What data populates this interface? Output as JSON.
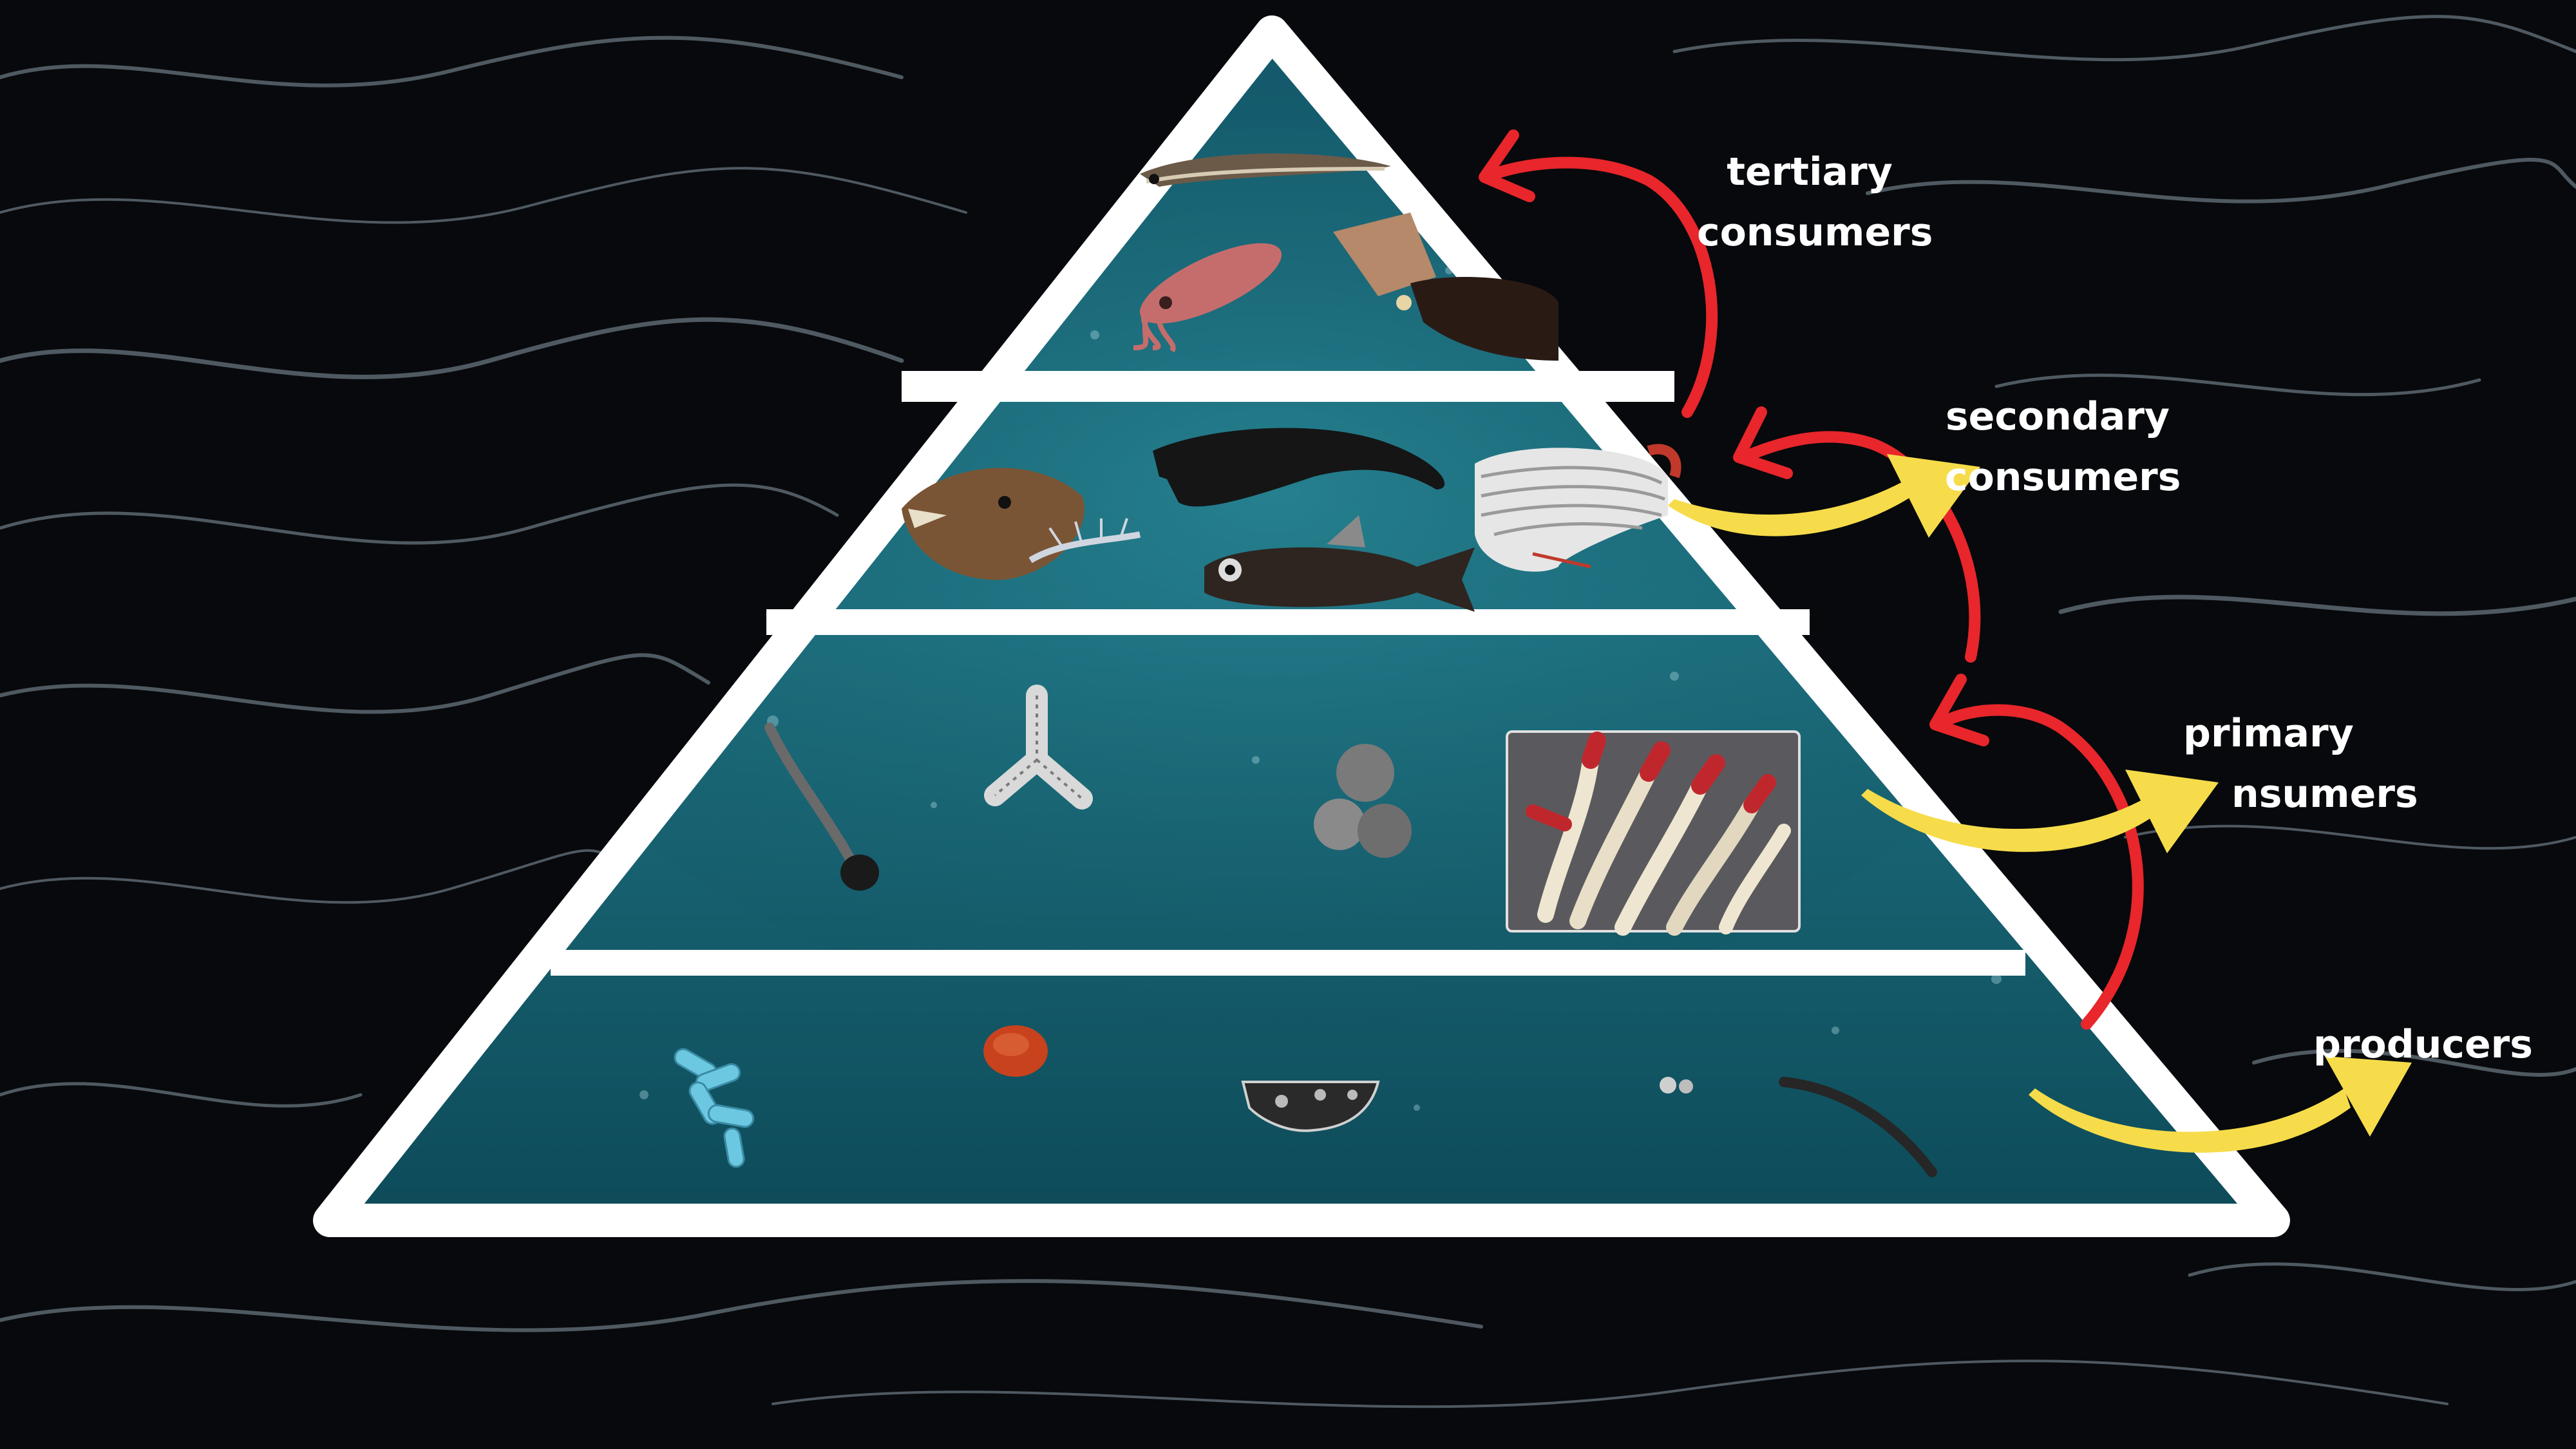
{
  "labels": {
    "tertiary_line1": "tertiary",
    "tertiary_line2": "consumers",
    "secondary_line1": "secondary",
    "secondary_line2": "consumers",
    "primary_line1": "primary",
    "primary_line2": "nsumers",
    "producers": "producers"
  },
  "colors": {
    "background": "#07090c",
    "water_teal": "#1d6f7f",
    "water_deep": "#0d4a58",
    "pyramid_outline": "#ffffff",
    "red_arrow": "#e8262b",
    "yellow_arrow": "#f6dc4a",
    "label_text": "#ffffff"
  },
  "pyramid_tiers": [
    {
      "tier": "tertiary",
      "organisms": [
        "gulper-eel-icon",
        "squid-icon",
        "vampire-squid-icon"
      ]
    },
    {
      "tier": "secondary",
      "organisms": [
        "anglerfish-icon",
        "gulper-fish-icon",
        "oarfish-icon",
        "krill-icon",
        "lanternfish-icon"
      ]
    },
    {
      "tier": "primary",
      "organisms": [
        "larvacean-icon",
        "radiolarian-icon",
        "foraminifera-icon",
        "tube-worm-photo"
      ]
    },
    {
      "tier": "producers",
      "organisms": [
        "bacteria-cluster-icon",
        "algae-cell-icon",
        "diatom-icon",
        "cocci-icon",
        "filament-icon"
      ]
    }
  ]
}
